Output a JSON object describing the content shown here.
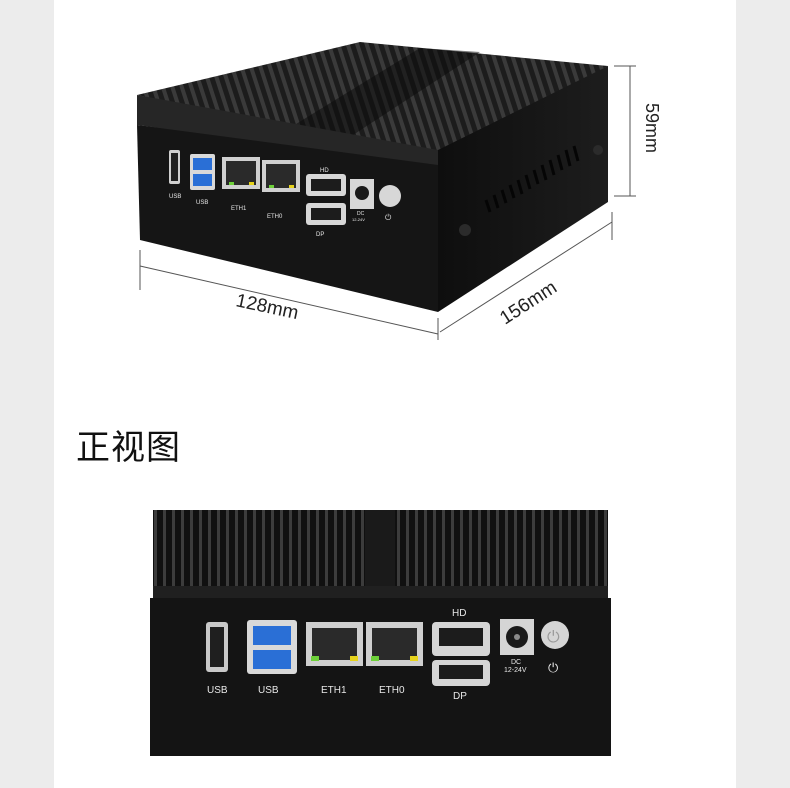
{
  "dimensions": {
    "height": "59mm",
    "width": "128mm",
    "depth": "156mm"
  },
  "section_title": "正视图",
  "ports_iso": {
    "usb1": "USB",
    "usb2": "USB",
    "eth1": "ETH1",
    "eth0": "ETH0",
    "hd": "HD",
    "dp": "DP",
    "dc": "DC",
    "dc_v": "12-24V"
  },
  "ports_front": {
    "usb1": "USB",
    "usb2": "USB",
    "eth1": "ETH1",
    "eth0": "ETH0",
    "hd": "HD",
    "dp": "DP",
    "dc": "DC",
    "dc_v": "12-24V"
  },
  "colors": {
    "chassis": "#141414",
    "usb3": "#2a6fd6",
    "led_green": "#6ed03a",
    "led_yellow": "#e6d31c"
  },
  "icons": [
    "power-icon"
  ]
}
